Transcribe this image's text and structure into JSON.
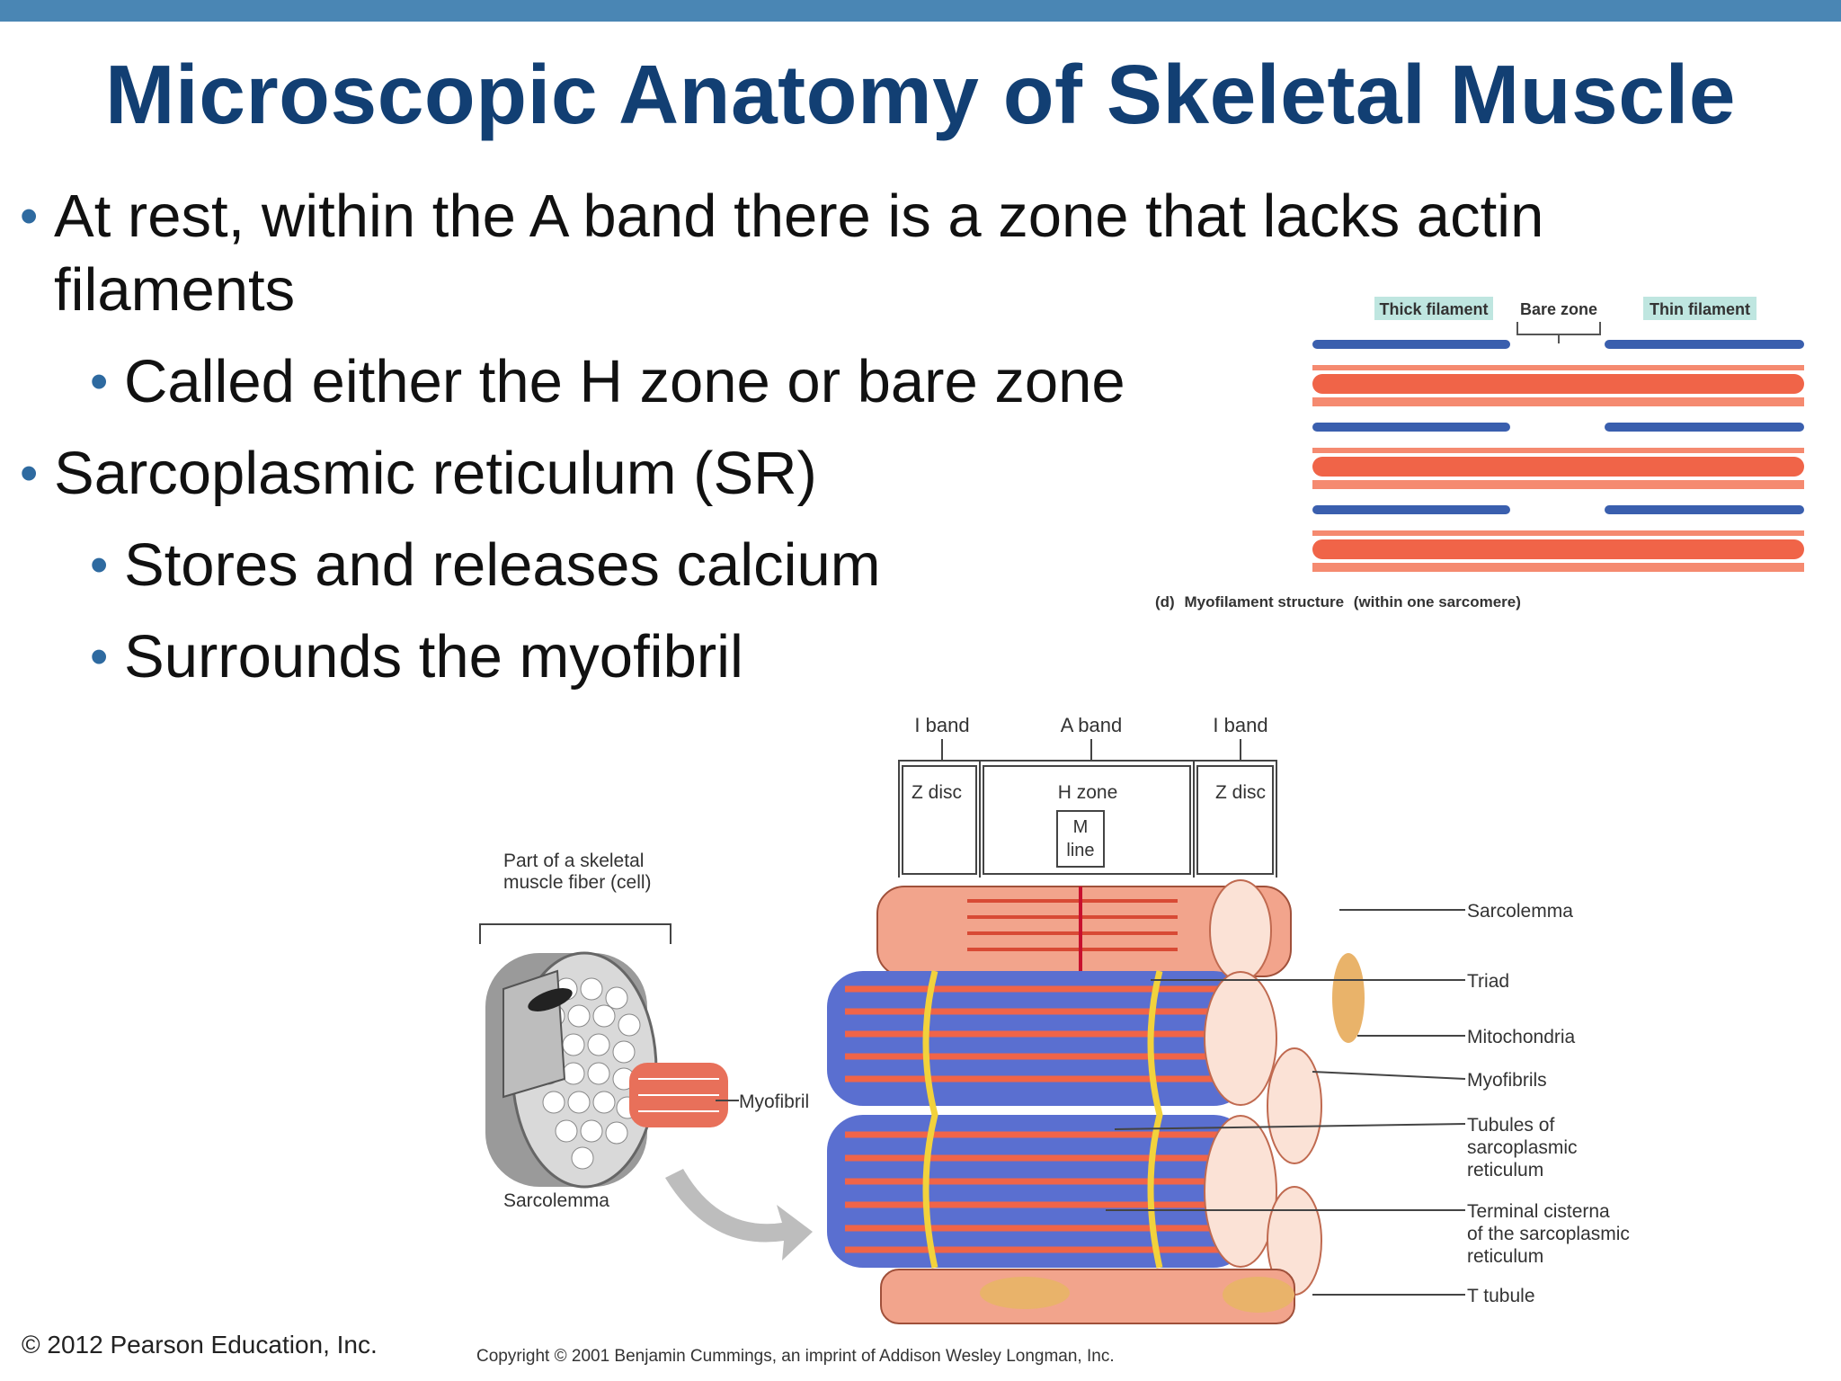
{
  "slide": {
    "title": "Microscopic Anatomy of Skeletal Muscle",
    "bullets": [
      "At rest, within the A band there is a zone that lacks actin",
      "filaments",
      "Called either the H zone or bare zone",
      "Sarcoplasmic reticulum (SR)",
      "Stores and releases calcium",
      "Surrounds the myofibril"
    ],
    "footer": "© 2012 Pearson Education, Inc."
  },
  "figure_top": {
    "label_thick": "Thick filament",
    "label_bare": "Bare zone",
    "label_thin": "Thin filament",
    "caption_prefix": "(d)",
    "caption_main": "Myofilament structure",
    "caption_suffix": "(within one sarcomere)"
  },
  "figure_bottom": {
    "labels": {
      "i_band_left": "I band",
      "a_band": "A band",
      "i_band_right": "I band",
      "z_disc_left": "Z disc",
      "h_zone": "H zone",
      "m": "M",
      "line": "line",
      "z_disc_right": "Z disc",
      "part_line1": "Part of a skeletal",
      "part_line2": "muscle fiber (cell)",
      "myofibril": "Myofibril",
      "sarcolemma_left": "Sarcolemma",
      "sarcolemma": "Sarcolemma",
      "triad": "Triad",
      "mitochondria": "Mitochondria",
      "myofibrils": "Myofibrils",
      "tubules_1": "Tubules of",
      "tubules_2": "sarcoplasmic",
      "tubules_3": "reticulum",
      "terminal_1": "Terminal cisterna",
      "terminal_2": "of the sarcoplasmic",
      "terminal_3": "reticulum",
      "t_tubule": "T tubule"
    },
    "copyright": "Copyright © 2001 Benjamin Cummings, an imprint of Addison Wesley Longman, Inc."
  },
  "colors": {
    "topbar": "#4a86b4",
    "title": "#123f73",
    "bullet": "#2e6aa0",
    "actin": "#f06448",
    "myosin": "#3a5fae",
    "sr": "#5a6fd0",
    "label_highlight": "#bfe6e0"
  }
}
